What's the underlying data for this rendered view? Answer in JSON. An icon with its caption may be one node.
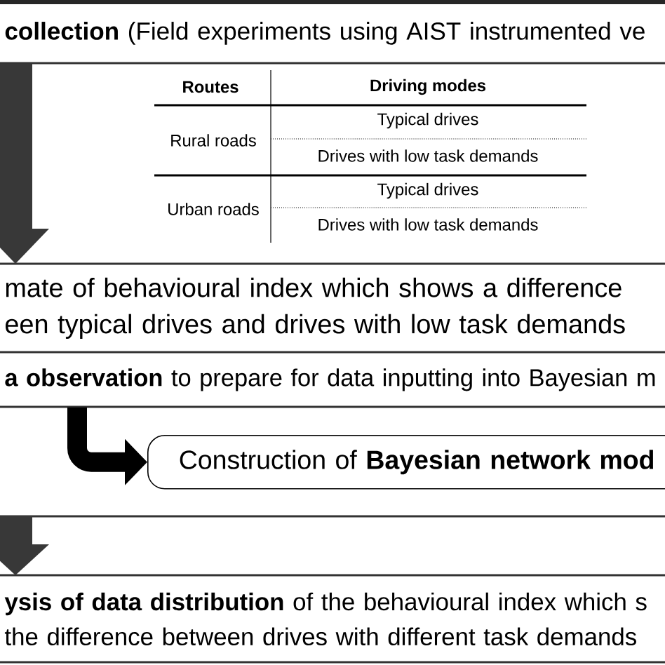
{
  "diagram": {
    "nodes": [
      {
        "text": [
          "**collection** (Field experiments using AIST instrumented ve"
        ]
      },
      {
        "text": [
          "mate of behavioural index which shows a difference een typical drives and drives with low task demands"
        ]
      },
      {
        "text": [
          "**a observation** to prepare for data inputting into Bayesian m"
        ]
      },
      {
        "text": [
          "Construction of **Bayesian network mod**"
        ]
      },
      {
        "text": [
          "**ysis of data distribution** of the behavioural index which s the difference between drives with different task demands"
        ]
      }
    ],
    "edges": [
      {
        "from": 0,
        "to": 1,
        "arrow": "to"
      },
      {
        "from": 2,
        "to": 3,
        "arrow": "to"
      },
      {
        "from": null,
        "to": 4,
        "arrow": "to"
      }
    ],
    "labels": [
      "Routes",
      "Driving modes",
      "Rural roads",
      "Typical drives",
      "Drives with low task demands",
      "Urban roads",
      "Typical drives",
      "Drives with low task demands"
    ]
  }
}
